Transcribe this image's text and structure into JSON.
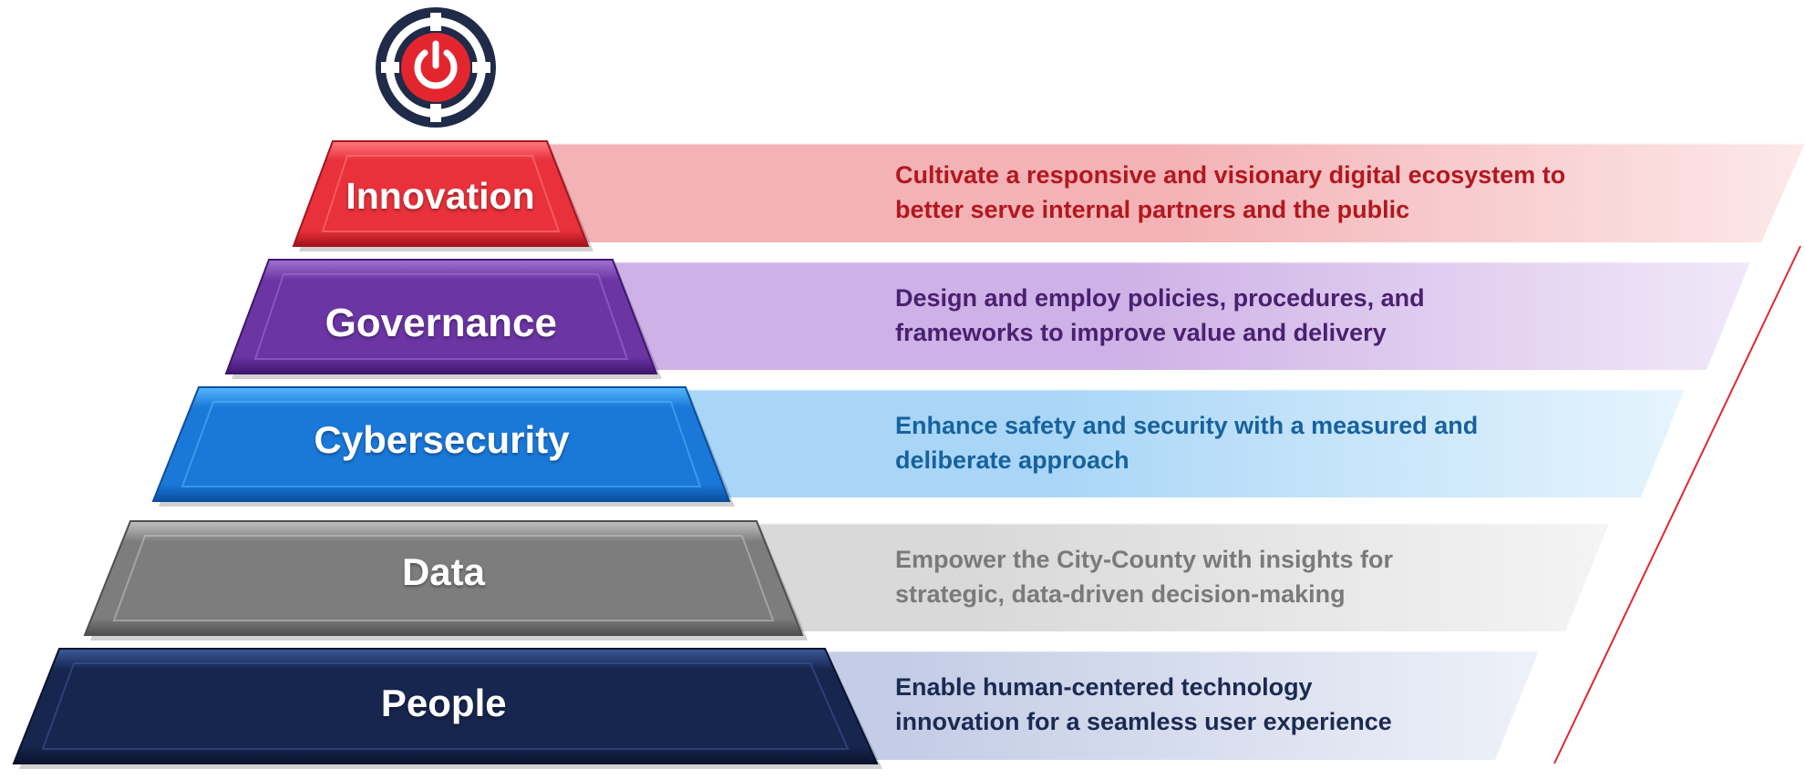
{
  "diagram": {
    "tiers": [
      {
        "id": "innovation",
        "label": "Innovation",
        "description": [
          "Cultivate a responsive and visionary digital ecosystem to",
          "better serve internal partners and the public"
        ],
        "colors": {
          "block": "#e8313a",
          "block_dark": "#a4141d",
          "block_light": "#ff7c82",
          "band": "#f3b3b6",
          "band_light": "#fde8e9",
          "text": "#b3171f"
        }
      },
      {
        "id": "governance",
        "label": "Governance",
        "description": [
          "Design and employ policies, procedures, and",
          "frameworks to improve value and delivery"
        ],
        "colors": {
          "block": "#6b35a3",
          "block_dark": "#3f1670",
          "block_light": "#a173d2",
          "band": "#ceb1e6",
          "band_light": "#f1e8f8",
          "text": "#4a2070"
        }
      },
      {
        "id": "cybersecurity",
        "label": "Cybersecurity",
        "description": [
          "Enhance safety and security with a measured and",
          "deliberate approach"
        ],
        "colors": {
          "block": "#1a78d8",
          "block_dark": "#0b4f9e",
          "block_light": "#55b7ff",
          "band": "#a9d6f7",
          "band_light": "#e6f4fd",
          "text": "#16629e"
        }
      },
      {
        "id": "data",
        "label": "Data",
        "description": [
          "Empower the City-County with insights for",
          "strategic, data-driven decision-making"
        ],
        "colors": {
          "block": "#7d7d7d",
          "block_dark": "#4f4f4f",
          "block_light": "#c2c2c2",
          "band": "#d9d9d9",
          "band_light": "#f4f4f4",
          "text": "#7a7a7a"
        }
      },
      {
        "id": "people",
        "label": "People",
        "description": [
          "Enable human-centered technology",
          "innovation for a seamless user experience"
        ],
        "colors": {
          "block": "#17264f",
          "block_dark": "#0a132e",
          "block_light": "#3a5a9a",
          "band": "#c4cde6",
          "band_light": "#eef1f8",
          "text": "#1b2a52"
        }
      }
    ],
    "icon": {
      "name": "power-icon",
      "colors": {
        "ring": "#1f2b48",
        "core": "#e3262e",
        "symbol": "#ffffff"
      }
    },
    "accent_line_color": "#e3262e"
  }
}
